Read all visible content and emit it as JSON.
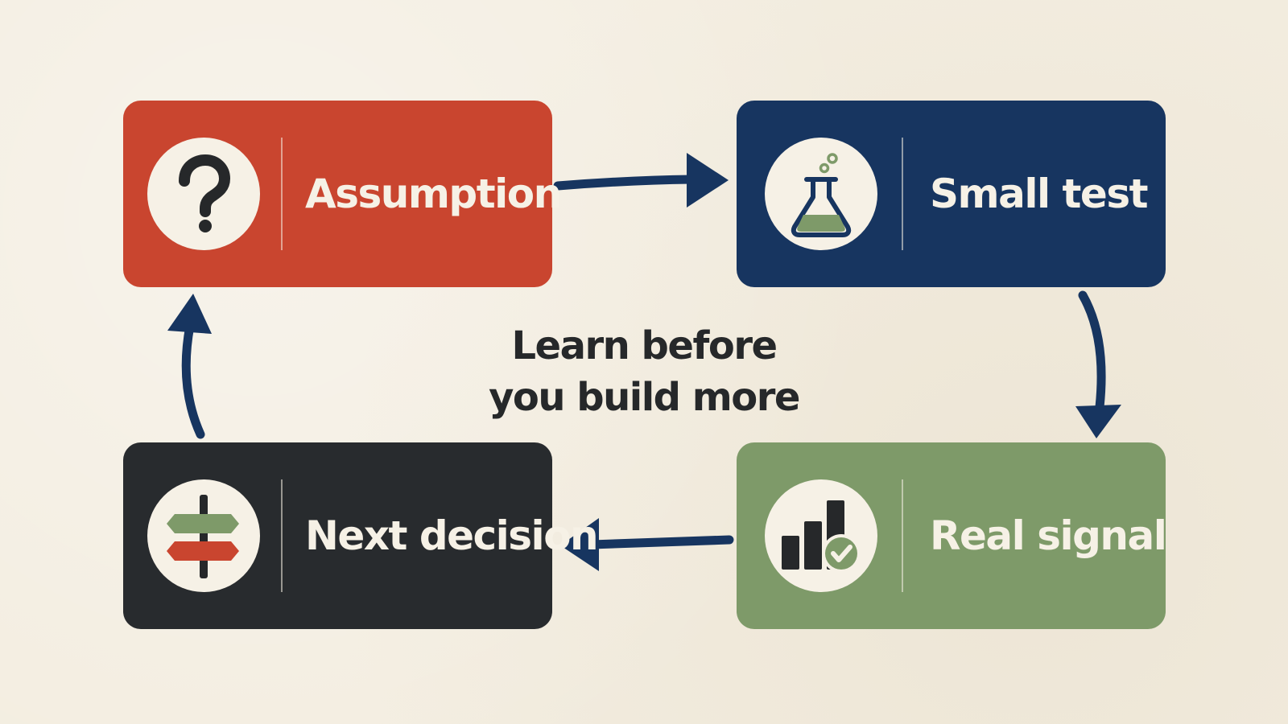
{
  "colors": {
    "background": "#f3ede0",
    "assumption": "#c9452f",
    "small_test": "#173560",
    "real_signal": "#7e9a69",
    "next_decision": "#282b2e",
    "arrow": "#173560",
    "icon_fill": "#f6f1e6",
    "text_light": "#f6f1e6",
    "text_dark": "#26282a"
  },
  "steps": [
    {
      "id": "assumption",
      "label": "Assumption",
      "icon": "question-mark-icon"
    },
    {
      "id": "small_test",
      "label": "Small test",
      "icon": "flask-icon"
    },
    {
      "id": "real_signal",
      "label": "Real signal",
      "icon": "bar-chart-check-icon"
    },
    {
      "id": "next_decision",
      "label": "Next decision",
      "icon": "signpost-icon"
    }
  ],
  "center": {
    "line1": "Learn before",
    "line2": "you build more"
  },
  "arrows": [
    {
      "from": "assumption",
      "to": "small_test"
    },
    {
      "from": "small_test",
      "to": "real_signal"
    },
    {
      "from": "real_signal",
      "to": "next_decision"
    },
    {
      "from": "next_decision",
      "to": "assumption"
    }
  ]
}
